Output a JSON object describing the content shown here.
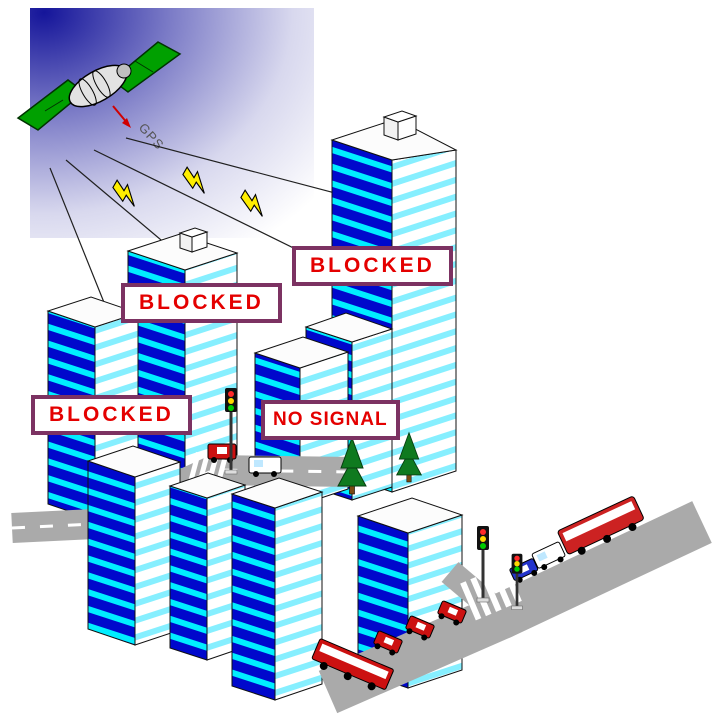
{
  "callouts": {
    "blocked_top": "BLOCKED",
    "blocked_middle": "BLOCKED",
    "blocked_lower": "BLOCKED",
    "no_signal": "NO SIGNAL",
    "satellite": "GPS"
  },
  "colors": {
    "label_border": "#7c3262",
    "label_text": "#e40000",
    "building_blue": "#0008cc",
    "building_cyan": "#00eeff",
    "building_light_face": "#ffffff",
    "sky_dark": "#15159a",
    "solar_panel_green": "#00a000",
    "road_gray": "#aaaaaa",
    "vehicle_red": "#cc1111",
    "lightning_yellow": "#ffee00",
    "tree_green": "#0f7a1f"
  }
}
